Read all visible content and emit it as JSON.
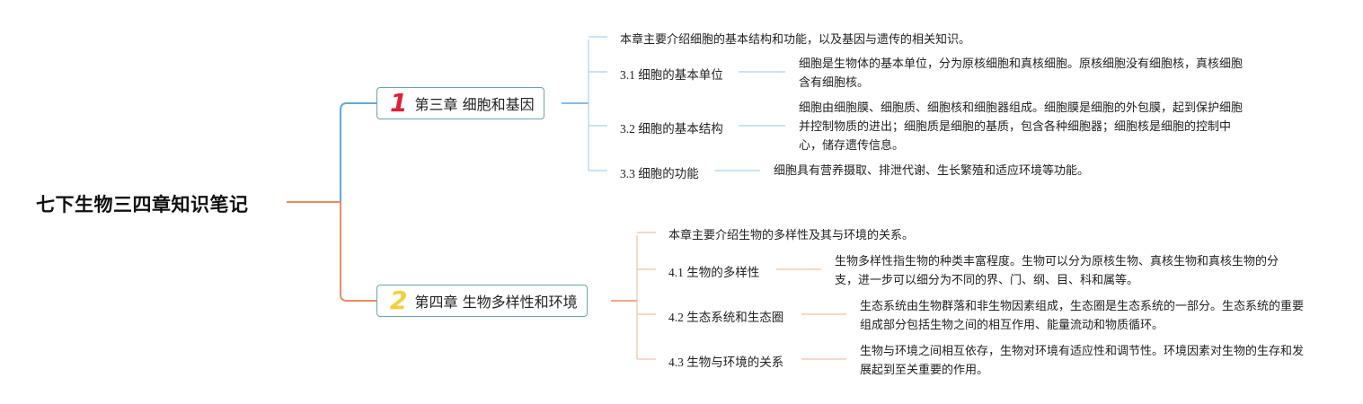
{
  "root": {
    "title": "七下生物三四章知识笔记"
  },
  "colors": {
    "chapter1": "#5fa8de",
    "chapter2": "#f08a5d",
    "num1": "#e0203a",
    "num2": "#f2cf3d"
  },
  "chapters": [
    {
      "number": "1",
      "title": "第三章 细胞和基因",
      "intro": "本章主要介绍细胞的基本结构和功能，以及基因与遗传的相关知识。",
      "sections": [
        {
          "label": "3.1 细胞的基本单位",
          "detail": "细胞是生物体的基本单位，分为原核细胞和真核细胞。原核细胞没有细胞核，真核细胞含有细胞核。"
        },
        {
          "label": "3.2 细胞的基本结构",
          "detail": "细胞由细胞膜、细胞质、细胞核和细胞器组成。细胞膜是细胞的外包膜，起到保护细胞并控制物质的进出；细胞质是细胞的基质，包含各种细胞器；细胞核是细胞的控制中心，储存遗传信息。"
        },
        {
          "label": "3.3 细胞的功能",
          "detail": "细胞具有营养摄取、排泄代谢、生长繁殖和适应环境等功能。"
        }
      ]
    },
    {
      "number": "2",
      "title": "第四章 生物多样性和环境",
      "intro": "本章主要介绍生物的多样性及其与环境的关系。",
      "sections": [
        {
          "label": "4.1 生物的多样性",
          "detail": "生物多样性指生物的种类丰富程度。生物可以分为原核生物、真核生物和真核生物的分支，进一步可以细分为不同的界、门、纲、目、科和属等。"
        },
        {
          "label": "4.2 生态系统和生态圈",
          "detail": "生态系统由生物群落和非生物因素组成，生态圈是生态系统的一部分。生态系统的重要组成部分包括生物之间的相互作用、能量流动和物质循环。"
        },
        {
          "label": "4.3 生物与环境的关系",
          "detail": "生物与环境之间相互依存，生物对环境有适应性和调节性。环境因素对生物的生存和发展起到至关重要的作用。"
        }
      ]
    }
  ]
}
